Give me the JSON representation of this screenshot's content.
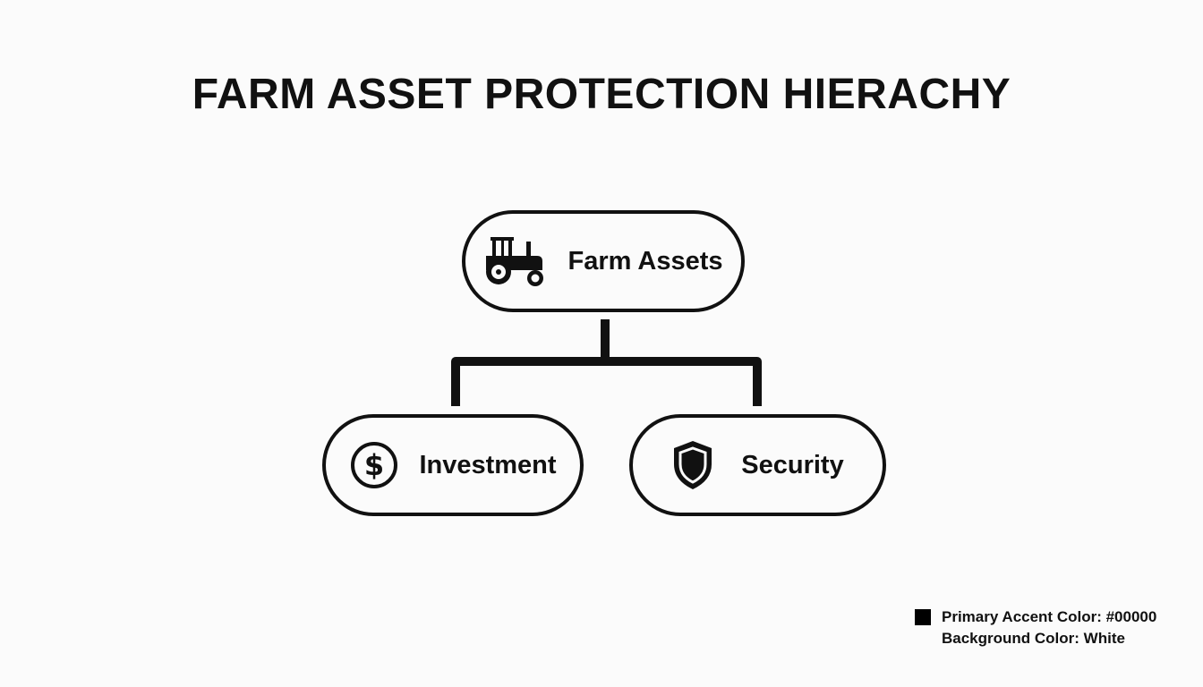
{
  "title": "FARM ASSET PROTECTION HIERACHY",
  "nodes": {
    "root": {
      "label": "Farm Assets",
      "icon": "tractor-icon"
    },
    "children": [
      {
        "label": "Investment",
        "icon": "dollar-circle-icon"
      },
      {
        "label": "Security",
        "icon": "shield-icon"
      }
    ]
  },
  "legend": {
    "accent_label": "Primary Accent Color: #00000",
    "background_label": "Background Color: White",
    "accent_color": "#000000",
    "background_color": "#FFFFFF"
  }
}
